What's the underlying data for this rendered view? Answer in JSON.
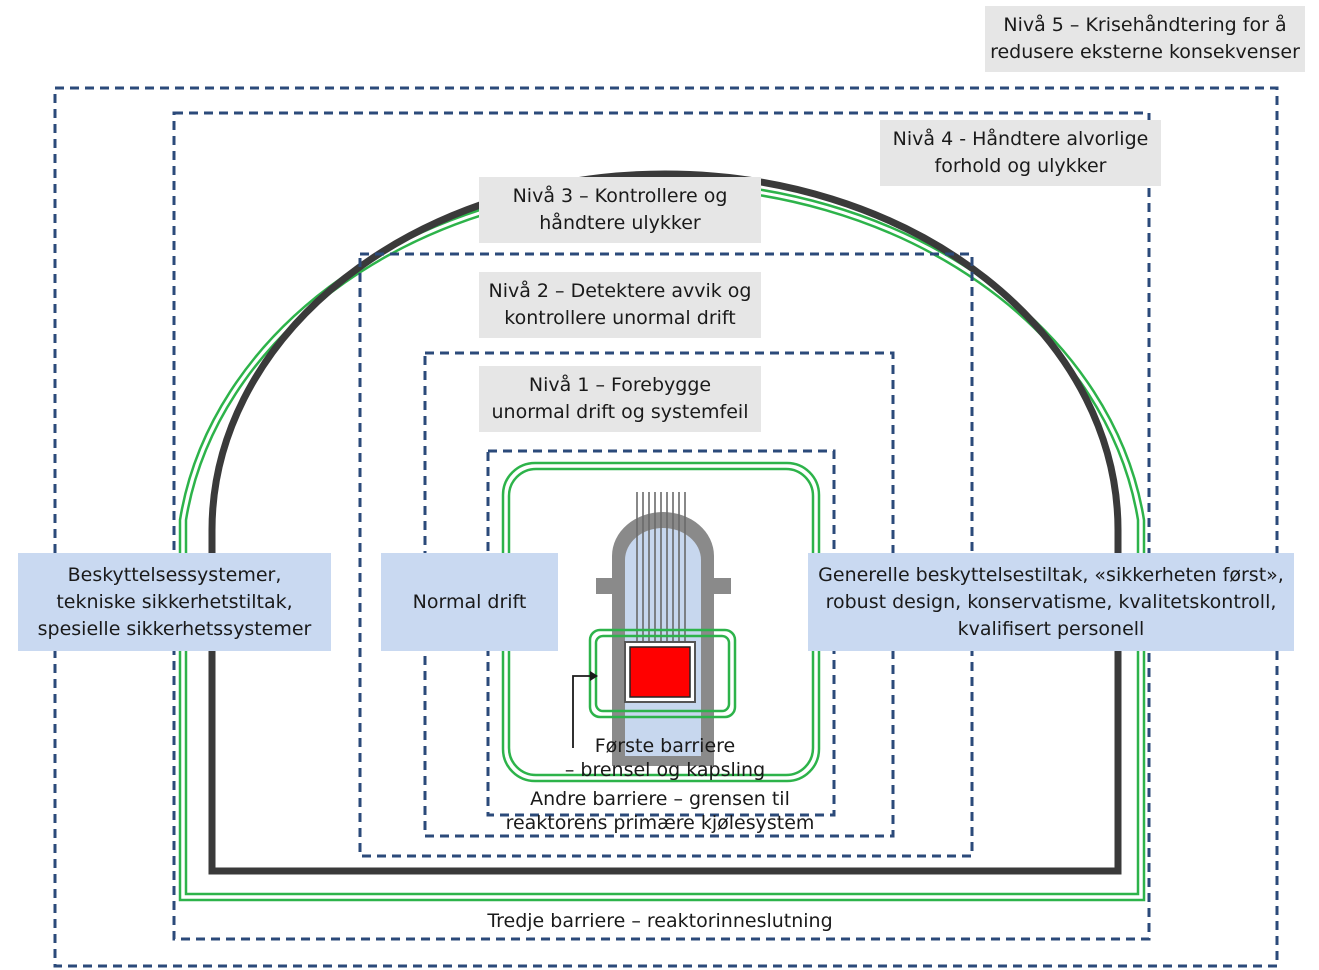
{
  "levels": {
    "l5": [
      "Nivå 5 – Krisehåndtering for å",
      "redusere eksterne konsekvenser"
    ],
    "l4": [
      "Nivå 4 - Håndtere alvorlige",
      "forhold og ulykker"
    ],
    "l3": [
      "Nivå 3 – Kontrollere og",
      "håndtere ulykker"
    ],
    "l2": [
      "Nivå 2 – Detektere avvik og",
      "kontrollere unormal drift"
    ],
    "l1": [
      "Nivå 1 – Forebygge",
      "unormal drift og systemfeil"
    ]
  },
  "side_labels": {
    "left": [
      "Beskyttelsessystemer,",
      "tekniske sikkerhetstiltak,",
      "spesielle sikkerhetssystemer"
    ],
    "normal": "Normal drift",
    "right": [
      "Generelle beskyttelsestiltak, «sikkerheten først»,",
      "robust design, konservatisme, kvalitetskontroll,",
      "kvalifisert personell"
    ]
  },
  "barriers": {
    "first": [
      "Første barriere",
      "– brensel og kapsling"
    ],
    "second": [
      "Andre barriere – grensen til",
      "reaktorens primære kjølesystem"
    ],
    "third": "Tredje barriere – reaktorinneslutning"
  },
  "colors": {
    "dashed_box": "#2b4a7a",
    "green_line": "#2db34a",
    "dark_line": "#3a3a3a",
    "gray_label": "#e6e6e6",
    "blue_label": "#c9d9f1",
    "vessel_gray": "#8a8a8a",
    "vessel_inner": "#c7d7ee",
    "fuel_red": "#ff0000"
  }
}
